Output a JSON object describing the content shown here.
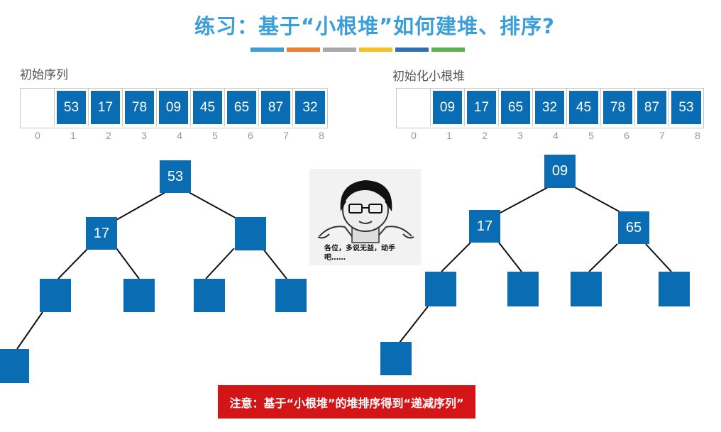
{
  "title": "练习：基于“小根堆”如何建堆、排序?",
  "color_bar": [
    "#3a9fd9",
    "#f07f2b",
    "#a8a8a8",
    "#f4c022",
    "#2f6fb5",
    "#5ab34b"
  ],
  "left": {
    "label": "初始序列",
    "array": [
      "",
      "53",
      "17",
      "78",
      "09",
      "45",
      "65",
      "87",
      "32"
    ],
    "indices": [
      "0",
      "1",
      "2",
      "3",
      "4",
      "5",
      "6",
      "7",
      "8"
    ],
    "tree": {
      "root": "53",
      "left": "17",
      "right": ""
    }
  },
  "right": {
    "label": "初始化小根堆",
    "array": [
      "",
      "09",
      "17",
      "65",
      "32",
      "45",
      "78",
      "87",
      "53"
    ],
    "indices": [
      "0",
      "1",
      "2",
      "3",
      "4",
      "5",
      "6",
      "7",
      "8"
    ],
    "tree": {
      "root": "09",
      "left": "17",
      "right": "65"
    }
  },
  "meme": {
    "caption": "各位，多说无益，动手吧……"
  },
  "note": "注意：基于“小根堆”的堆排序得到“递减序列”"
}
